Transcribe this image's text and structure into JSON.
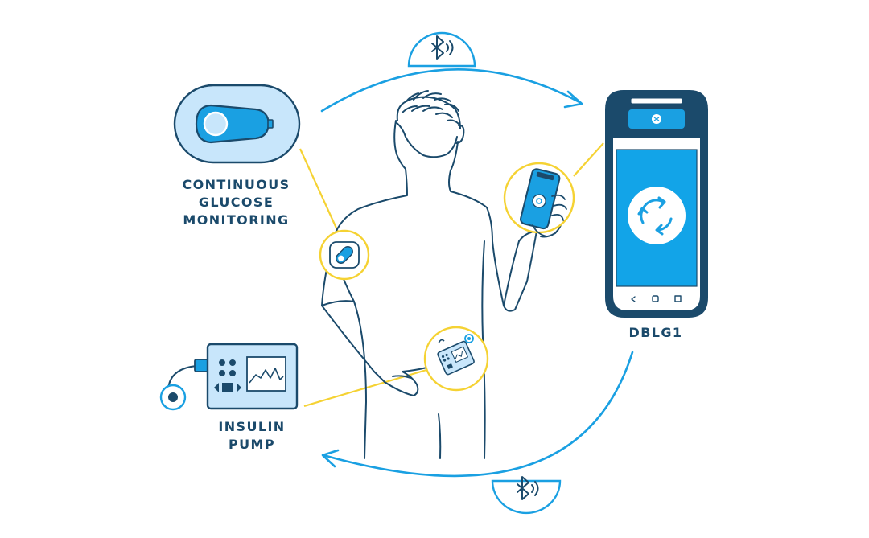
{
  "labels": {
    "cgm": [
      "CONTINUOUS",
      "GLUCOSE",
      "MONITORING"
    ],
    "pump": [
      "INSULIN",
      "PUMP"
    ],
    "dblg": [
      "DBLG1"
    ]
  },
  "icons": {
    "bluetooth_top": "bluetooth-icon",
    "bluetooth_bottom": "bluetooth-icon",
    "sync": "sync-icon"
  },
  "colors": {
    "dark_navy": "#1b4a6b",
    "arc_blue": "#1aa0e2",
    "screen_blue": "#12a4e8",
    "light_blue": "#c8e6fb",
    "connector_yellow": "#f5d233"
  }
}
